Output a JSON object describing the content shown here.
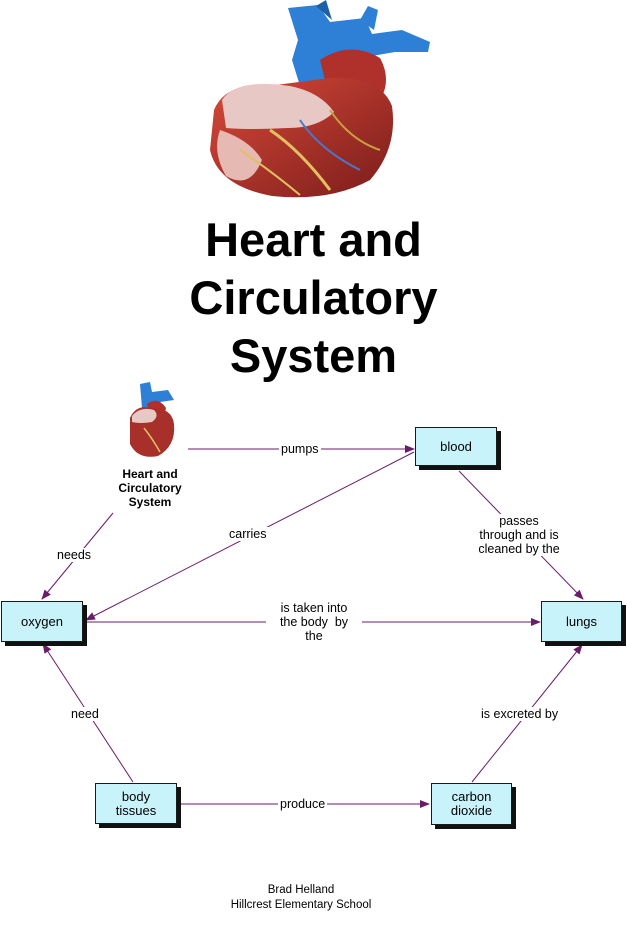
{
  "title": {
    "line1": "Heart and",
    "line2": "Circulatory",
    "line3": "System"
  },
  "heart_node": {
    "line1": "Heart and",
    "line2": "Circulatory",
    "line3": "System"
  },
  "nodes": {
    "blood": "blood",
    "oxygen": "oxygen",
    "lungs": "lungs",
    "body_tissues_1": "body",
    "body_tissues_2": "tissues",
    "carbon_dioxide_1": "carbon",
    "carbon_dioxide_2": "dioxide"
  },
  "links": {
    "pumps": "pumps",
    "carries": "carries",
    "needs": "needs",
    "passes_1": "passes",
    "passes_2": "through and is",
    "passes_3": "cleaned by the",
    "taken_1": "is taken into",
    "taken_2": "the body  by",
    "taken_3": "the",
    "need": "need",
    "excreted": "is excreted by",
    "produce": "produce"
  },
  "credit": {
    "author": "Brad Helland",
    "school": "Hillcrest Elementary School"
  },
  "colors": {
    "node_fill": "#c9f3fb",
    "link": "#6a1b6a",
    "heart_blue": "#2e7fd6",
    "heart_red": "#b0302c",
    "heart_pink": "#e8c8c4"
  }
}
